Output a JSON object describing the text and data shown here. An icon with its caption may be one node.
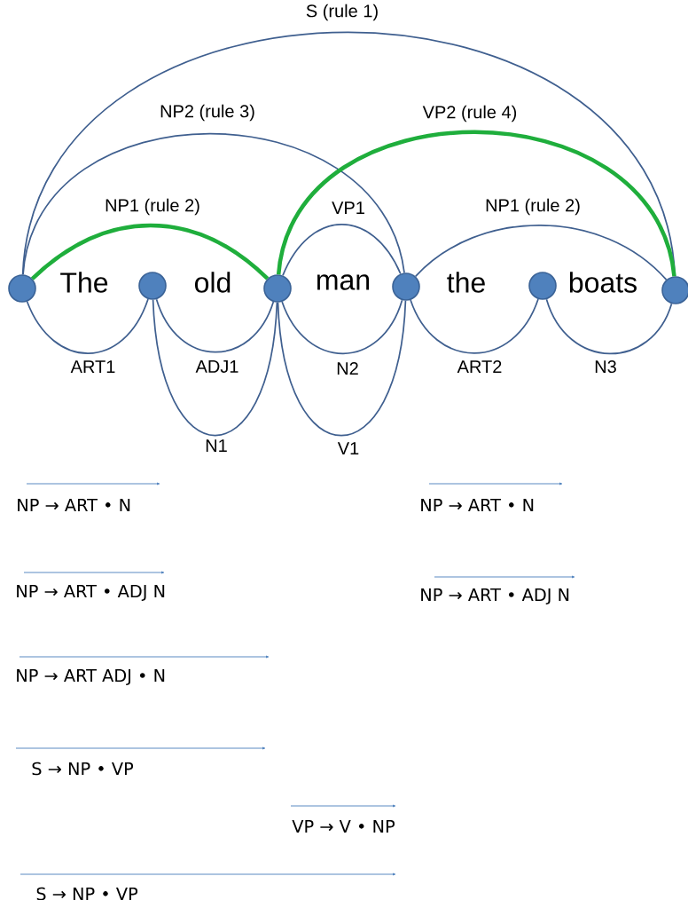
{
  "diagram": {
    "nodes": [
      {
        "text": [],
        "shape": "circle"
      },
      {
        "text": [],
        "shape": "circle"
      },
      {
        "text": [],
        "shape": "circle"
      },
      {
        "text": [],
        "shape": "circle"
      },
      {
        "text": [],
        "shape": "circle"
      },
      {
        "text": [],
        "shape": "circle"
      }
    ],
    "edges": [
      {
        "from": 0,
        "to": 5,
        "arrow": "none",
        "label": "S (rule 1)"
      },
      {
        "from": 0,
        "to": 3,
        "arrow": "none",
        "label": "NP2 (rule 3)"
      },
      {
        "from": 2,
        "to": 5,
        "arrow": "none",
        "label": "VP2 (rule 4)",
        "style": "thick",
        "color": "#1fae3c"
      },
      {
        "from": 0,
        "to": 2,
        "arrow": "none",
        "label": "NP1 (rule 2)",
        "style": "thick",
        "color": "#1fae3c"
      },
      {
        "from": 2,
        "to": 3,
        "arrow": "none",
        "label": "VP1"
      },
      {
        "from": 3,
        "to": 5,
        "arrow": "none",
        "label": "NP1 (rule 2)"
      },
      {
        "from": 0,
        "to": 1,
        "arrow": "none",
        "label": "ART1"
      },
      {
        "from": 1,
        "to": 2,
        "arrow": "none",
        "label": "ADJ1"
      },
      {
        "from": 1,
        "to": 2,
        "arrow": "none",
        "label": "N1"
      },
      {
        "from": 2,
        "to": 3,
        "arrow": "none",
        "label": "N2"
      },
      {
        "from": 2,
        "to": 3,
        "arrow": "none",
        "label": "V1"
      },
      {
        "from": 3,
        "to": 4,
        "arrow": "none",
        "label": "ART2"
      },
      {
        "from": 4,
        "to": 5,
        "arrow": "none",
        "label": "N3"
      }
    ],
    "labels": [
      "The",
      "old",
      "man",
      "the",
      "boats",
      "NP → ART • N",
      "NP → ART • N",
      "NP → ART • ADJ N",
      "NP → ART • ADJ N",
      "NP → ART ADJ • N",
      "S → NP • VP",
      "VP → V • NP",
      "S → NP • VP"
    ]
  }
}
